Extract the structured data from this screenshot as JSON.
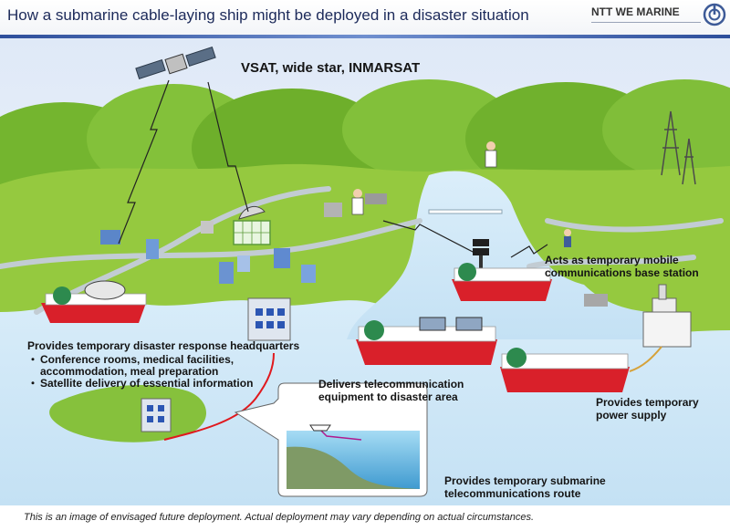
{
  "header": {
    "title": "How a submarine cable-laying ship might be deployed in a disaster situation",
    "brand": "NTT WE MARINE"
  },
  "labels": {
    "satellite": "VSAT, wide star, INMARSAT",
    "mobile_base_line1": "Acts as temporary mobile",
    "mobile_base_line2": "communications base station",
    "hq_title": "Provides temporary disaster response headquarters",
    "hq_items": [
      "Conference rooms, medical facilities,",
      "accommodation, meal preparation",
      "Satellite delivery of essential information"
    ],
    "delivers_line1": "Delivers telecommunication",
    "delivers_line2": "equipment to disaster area",
    "power_line1": "Provides temporary",
    "power_line2": "power supply",
    "route_line1": "Provides temporary submarine",
    "route_line2": "telecommunications route"
  },
  "bullet": "・",
  "footer": {
    "disclaimer": "This is an image of envisaged future deployment. Actual deployment may vary depending on actual circumstances."
  },
  "colors": {
    "sky": "#eef3fb",
    "hill": "#6fb12e",
    "grass": "#92c73c",
    "water": "#cfe6f6",
    "road": "#b9c7cf",
    "ship_hull": "#d9202a",
    "cable": "#e0191e",
    "header_rule": "#2e4f9b"
  }
}
